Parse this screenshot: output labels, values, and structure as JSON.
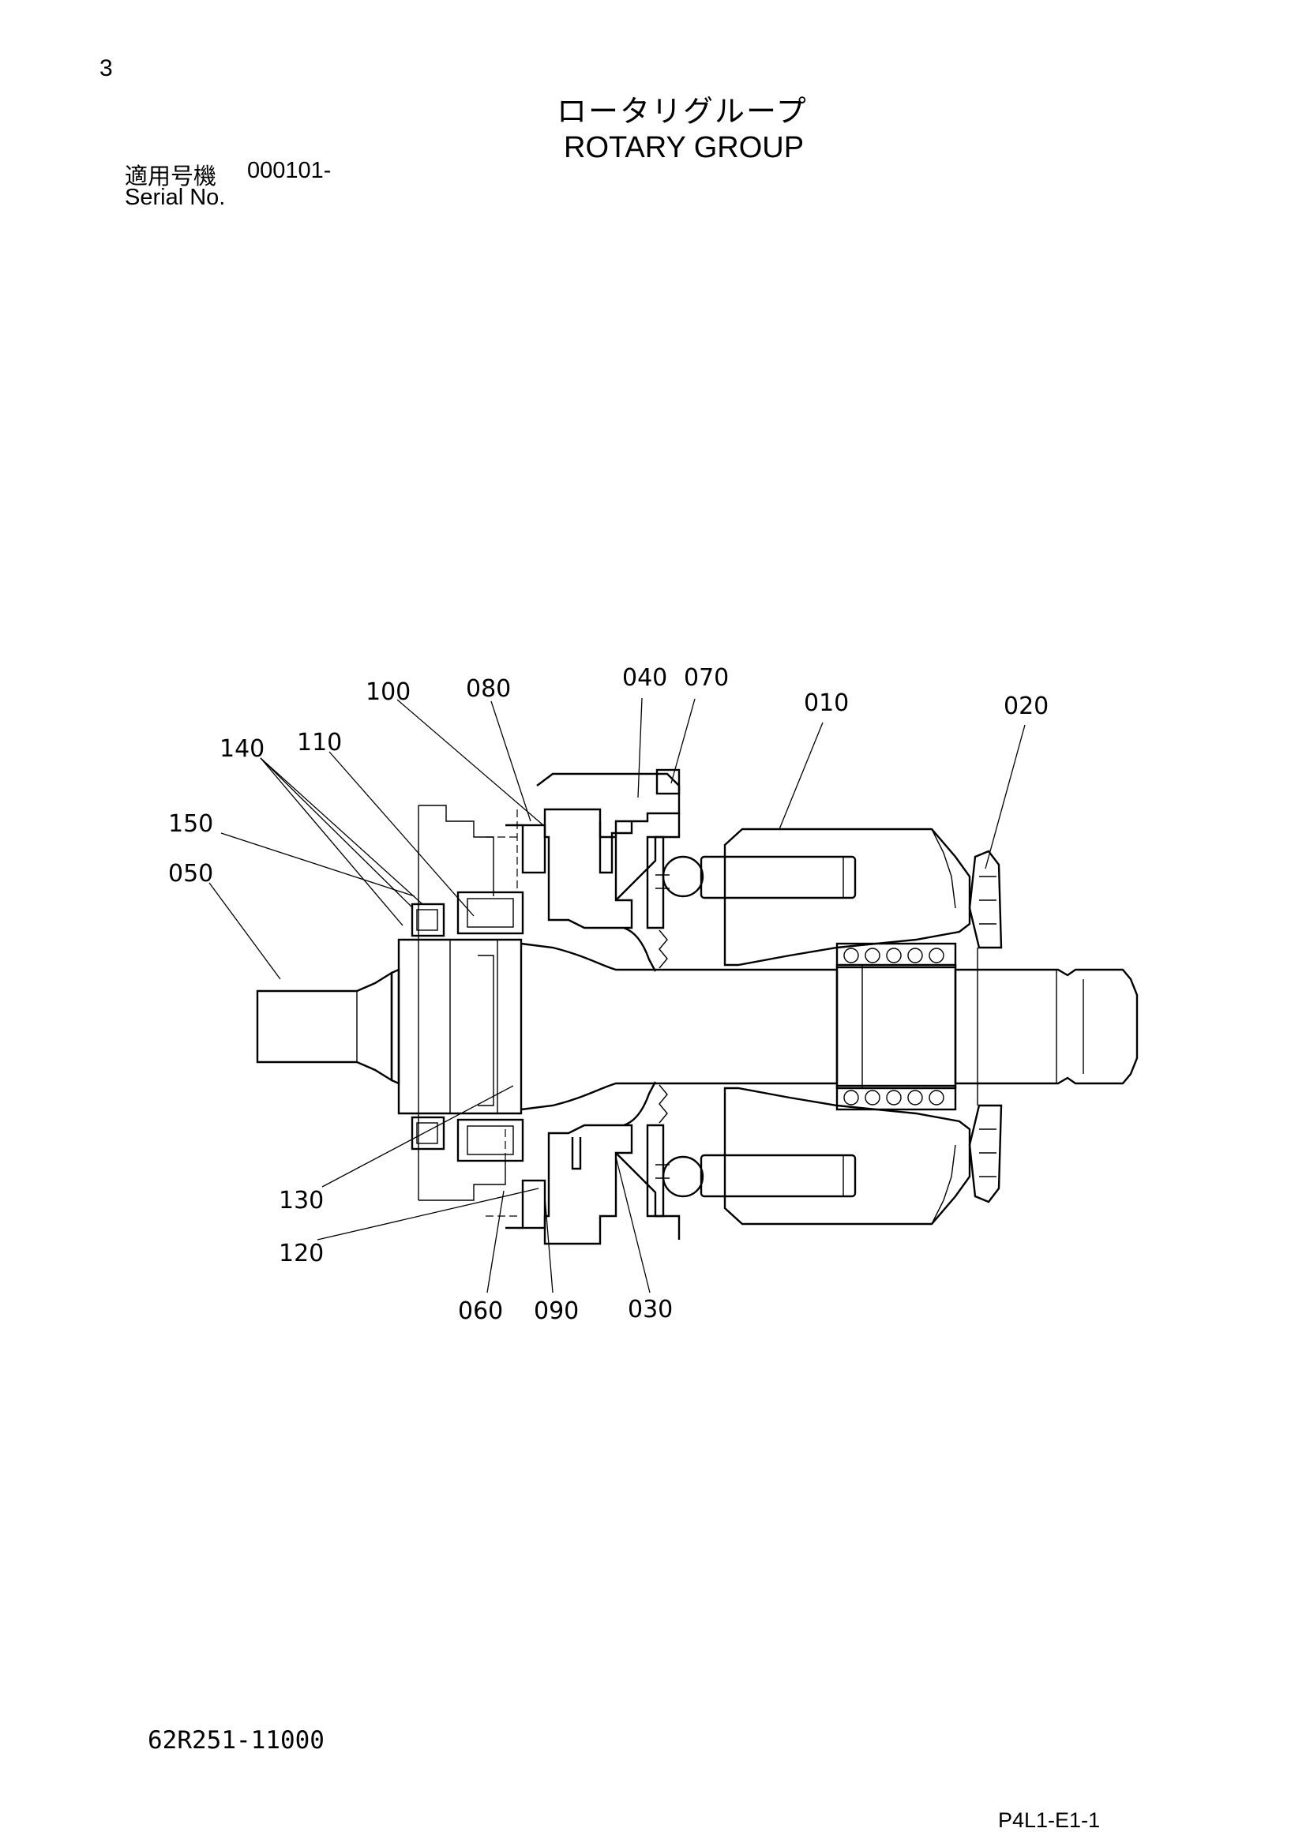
{
  "header": {
    "page_number": "3",
    "title_jp": "ロータリグループ",
    "title_en": "ROTARY GROUP",
    "serial_label_jp": "適用号機",
    "serial_value": "000101-",
    "serial_label_en": "Serial No."
  },
  "parts": [
    {
      "id": "p100",
      "label": "100"
    },
    {
      "id": "p080",
      "label": "080"
    },
    {
      "id": "p040",
      "label": "040"
    },
    {
      "id": "p070",
      "label": "070"
    },
    {
      "id": "p010",
      "label": "010"
    },
    {
      "id": "p020",
      "label": "020"
    },
    {
      "id": "p140",
      "label": "140"
    },
    {
      "id": "p110",
      "label": "110"
    },
    {
      "id": "p150",
      "label": "150"
    },
    {
      "id": "p050",
      "label": "050"
    },
    {
      "id": "p130",
      "label": "130"
    },
    {
      "id": "p120",
      "label": "120"
    },
    {
      "id": "p060",
      "label": "060"
    },
    {
      "id": "p090",
      "label": "090"
    },
    {
      "id": "p030",
      "label": "030"
    }
  ],
  "footer": {
    "drawing_number": "62R251-11000",
    "page_code": "P4L1-E1-1"
  }
}
